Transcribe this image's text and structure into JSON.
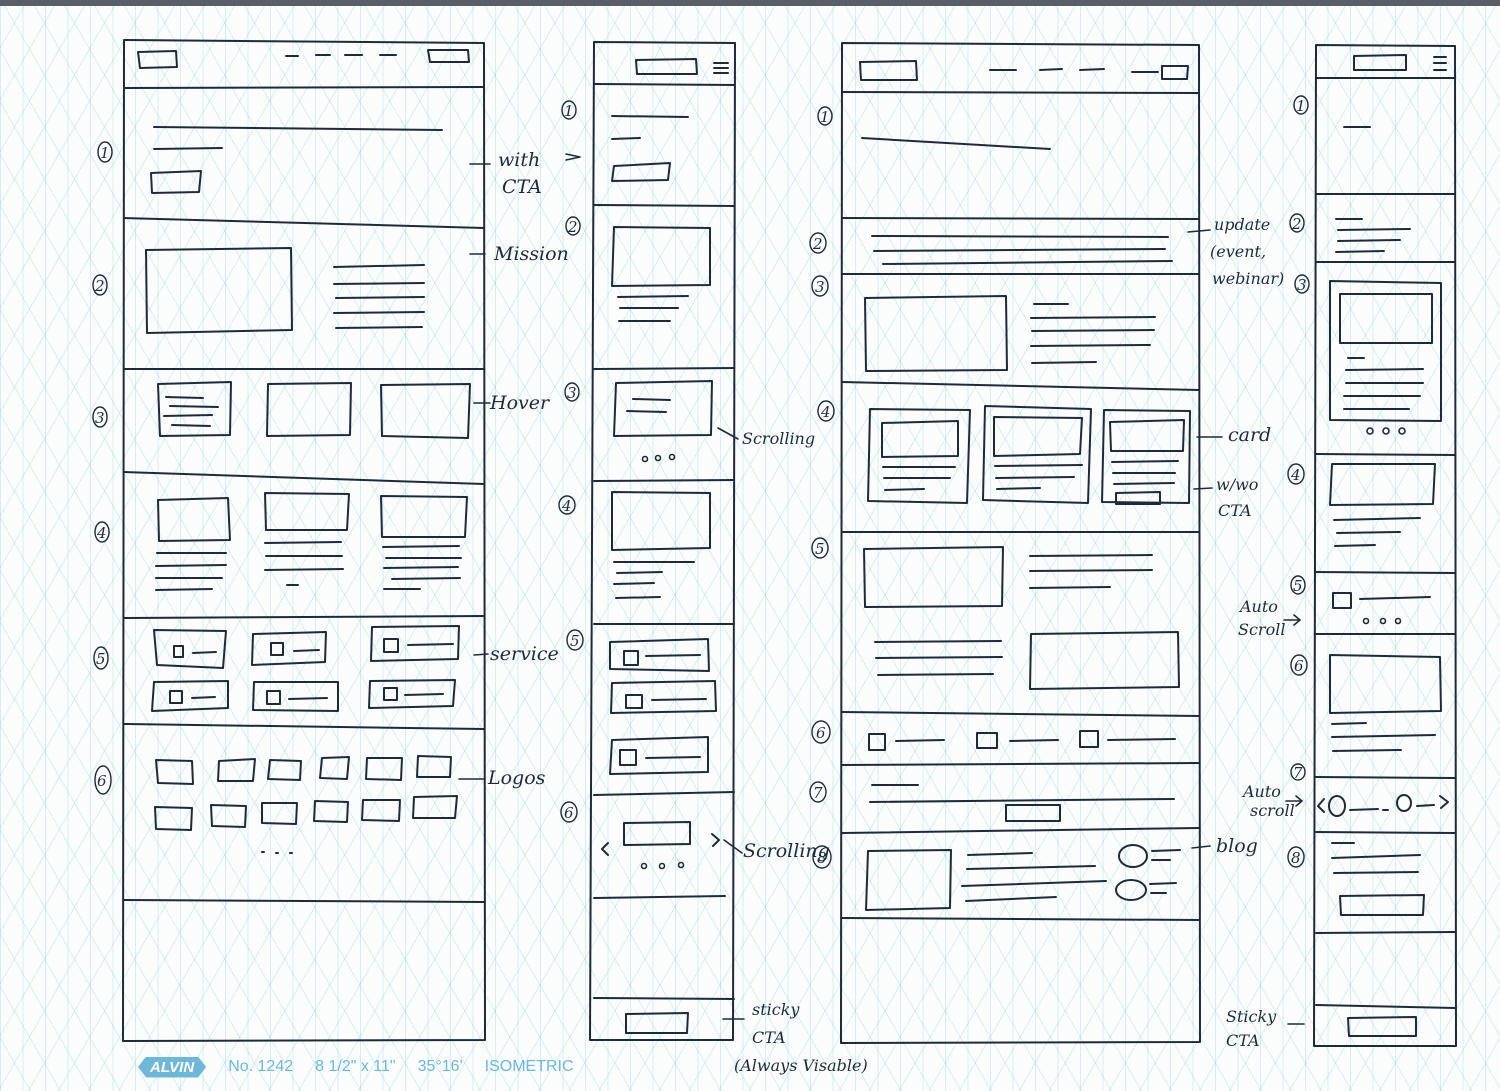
{
  "sheet": {
    "brand": "ALVIN",
    "product_no": "No. 1242",
    "size": "8 1/2\" x 11\"",
    "angle": "35°16'",
    "grid_type": "ISOMETRIC",
    "grid_color": "#78c8d4",
    "ink_color": "#1e2a3c",
    "brand_color": "#6fb6d7"
  },
  "annotations": {
    "with": "with",
    "cta_1": "CTA",
    "mission": "Mission",
    "hover": "Hover",
    "service": "service",
    "logos": "Logos",
    "scrolling_1": "Scrolling",
    "scrolling_2": "Scrolling",
    "sticky_1": "sticky",
    "cta_2": "CTA",
    "always_visible": "(Always Visable)",
    "update": "update",
    "event": "(event,",
    "webinar": "webinar)",
    "card": "card",
    "wwo": "w/wo",
    "cta_3": "CTA",
    "blog": "blog",
    "auto_1": "Auto",
    "scroll_1": "Scroll",
    "auto_2": "Auto",
    "scroll_2": "scroll",
    "sticky_2": "Sticky",
    "cta_4": "CTA"
  },
  "section_numbers": {
    "desktop1": [
      "1",
      "2",
      "3",
      "4",
      "5",
      "6"
    ],
    "mobile1": [
      "1",
      "2",
      "3",
      "4",
      "5",
      "6"
    ],
    "desktop2": [
      "1",
      "2",
      "3",
      "4",
      "5",
      "6",
      "7",
      "8"
    ],
    "mobile2": [
      "1",
      "2",
      "3",
      "4",
      "5",
      "6",
      "7",
      "8"
    ]
  }
}
